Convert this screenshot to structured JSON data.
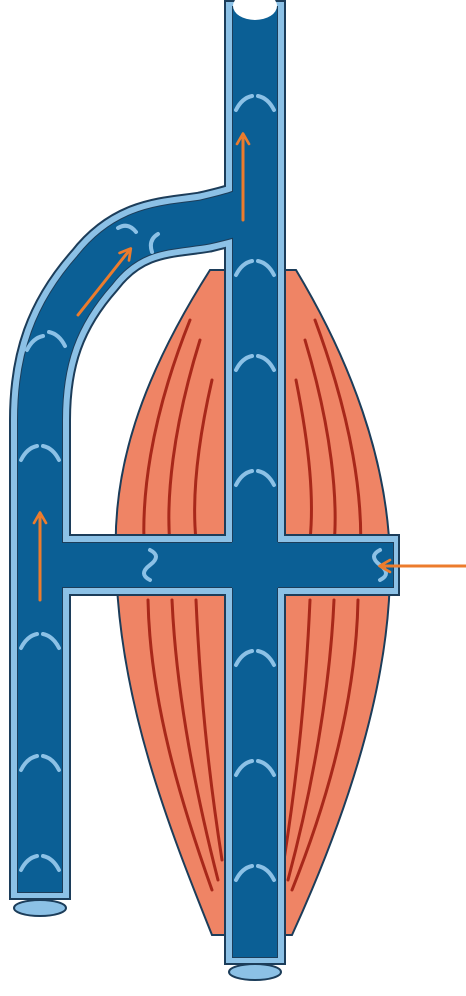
{
  "diagram": {
    "labels": [],
    "colors": {
      "vein_lumen": "#0b5f95",
      "vein_wall": "#8cc1e6",
      "outline": "#1c3d5a",
      "muscle": "#ef8465",
      "muscle_fiber": "#a8281a",
      "arrow": "#ec7c2d",
      "background": "#ffffff"
    },
    "parts": [
      {
        "id": "deep-vein",
        "icon": "vein-icon"
      },
      {
        "id": "superficial-vein",
        "icon": "vein-icon"
      },
      {
        "id": "perforating-vein",
        "icon": "vein-icon"
      },
      {
        "id": "calf-muscle",
        "icon": "muscle-icon"
      },
      {
        "id": "venous-valves",
        "icon": "valve-icon"
      },
      {
        "id": "flow-arrows",
        "icon": "arrow-icon"
      }
    ]
  }
}
